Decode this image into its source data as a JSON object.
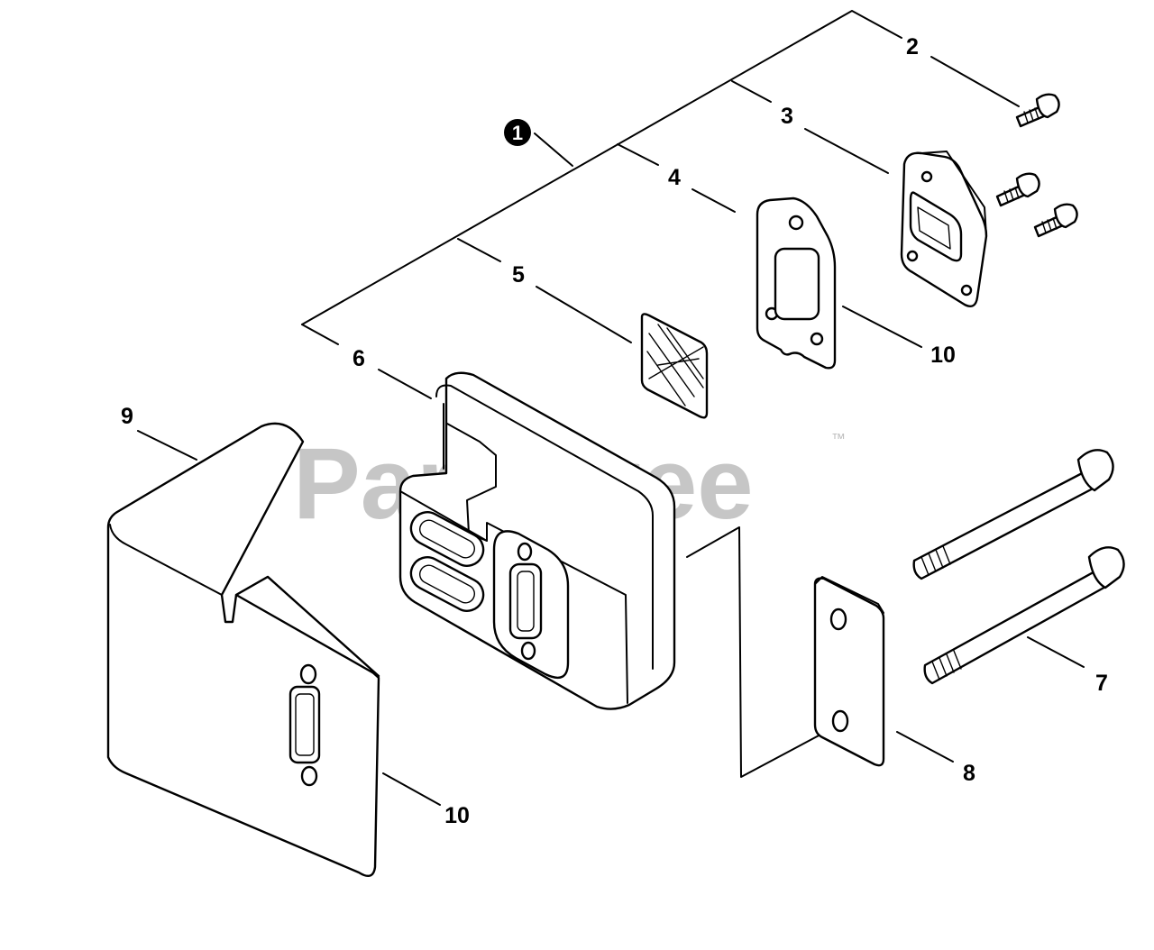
{
  "watermark": {
    "text": "PartsTree",
    "trademark": "™"
  },
  "assembly_marker": "1",
  "callouts": [
    {
      "id": "c2",
      "label": "2"
    },
    {
      "id": "c3",
      "label": "3"
    },
    {
      "id": "c4",
      "label": "4"
    },
    {
      "id": "c5",
      "label": "5"
    },
    {
      "id": "c6",
      "label": "6"
    },
    {
      "id": "c7",
      "label": "7"
    },
    {
      "id": "c8",
      "label": "8"
    },
    {
      "id": "c9",
      "label": "9"
    },
    {
      "id": "c10a",
      "label": "10"
    },
    {
      "id": "c10b",
      "label": "10"
    }
  ]
}
